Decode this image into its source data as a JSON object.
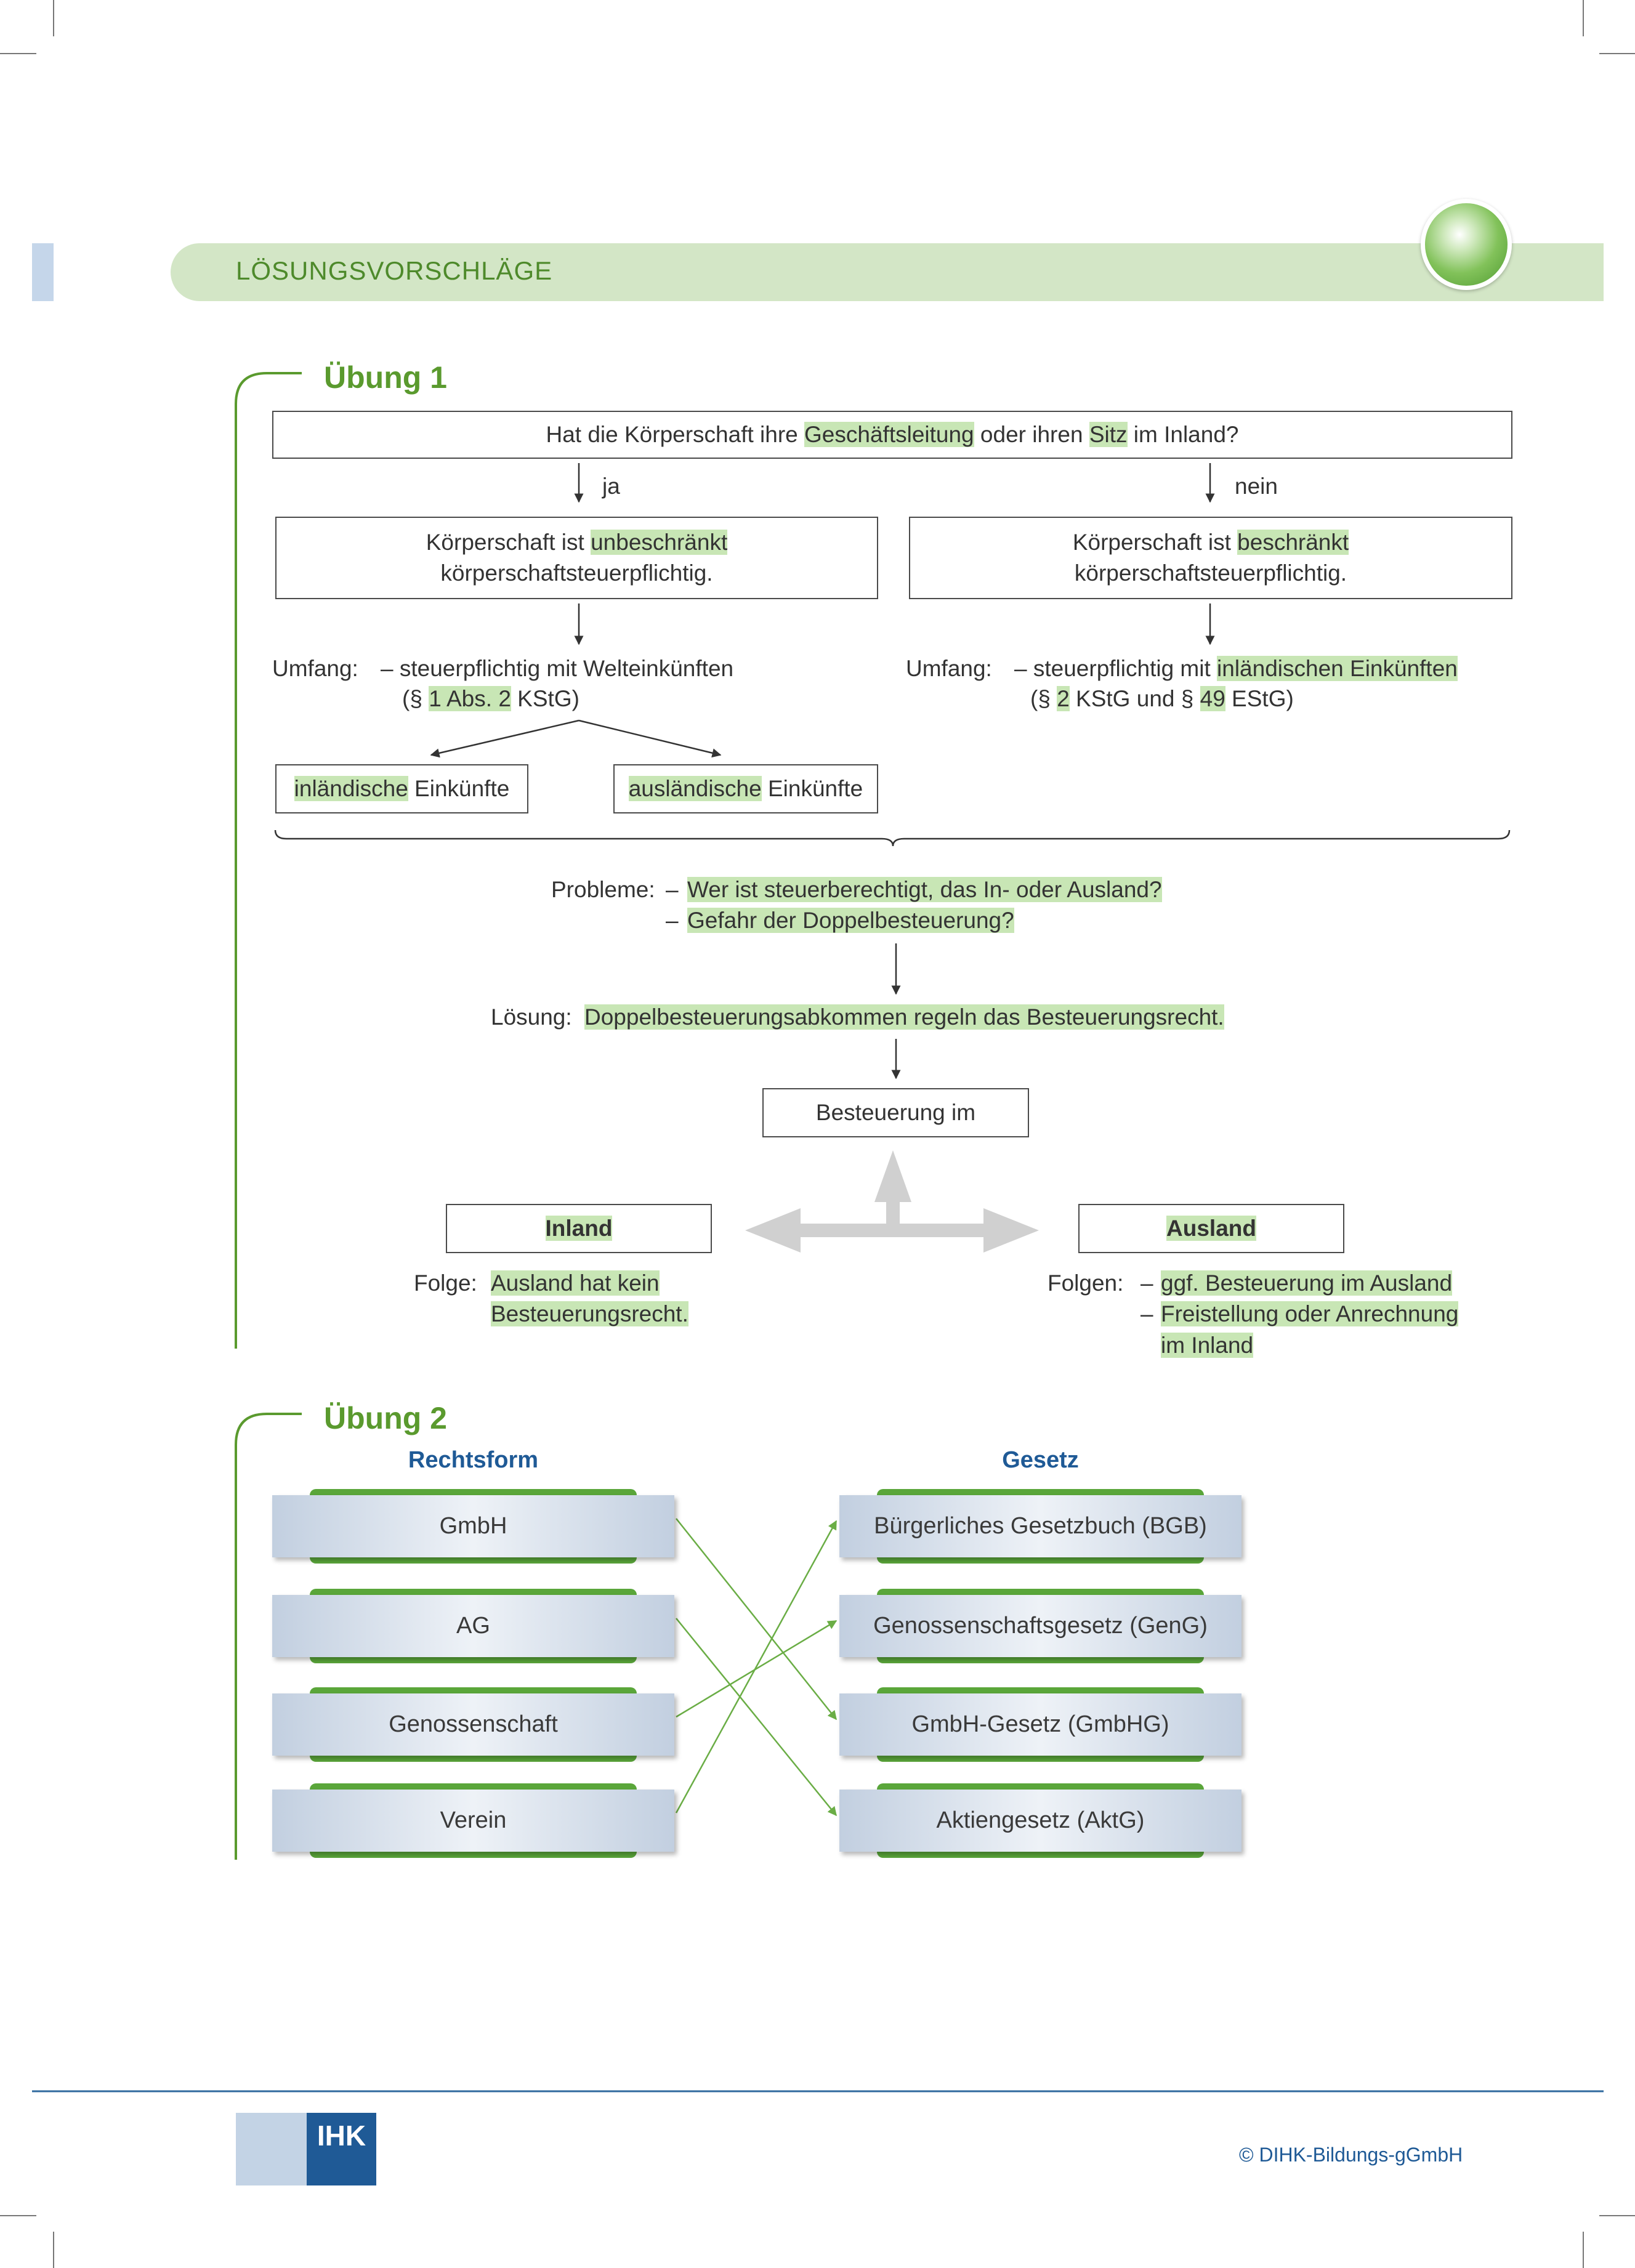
{
  "header": {
    "title": "LÖSUNGSVORSCHLÄGE"
  },
  "exercise1": {
    "title": "Übung 1",
    "question": [
      "Hat die Körperschaft ihre ",
      "Geschäftsleitung",
      " oder ihren ",
      "Sitz",
      " im Inland?"
    ],
    "yes_label": "ja",
    "no_label": "nein",
    "unlimited_box": {
      "line1": [
        "Körperschaft ist ",
        "unbeschränkt"
      ],
      "line2": "körperschaftsteuerpflichtig."
    },
    "limited_box": {
      "line1": [
        "Körperschaft ist ",
        "beschränkt"
      ],
      "line2": "körperschaftsteuerpflichtig."
    },
    "unlimited_scope": {
      "label": "Umfang:",
      "line1": "– steuerpflichtig mit Welteinkünften",
      "line2": [
        "(§ ",
        "1 Abs. 2",
        " KStG)"
      ]
    },
    "limited_scope": {
      "label": "Umfang:",
      "line1": [
        "– steuerpflichtig mit ",
        "inländischen Einkünften"
      ],
      "line2": [
        "(§ ",
        "2",
        " KStG und § ",
        "49",
        " EStG)"
      ]
    },
    "domestic_income": [
      "inländische",
      " Einkünfte"
    ],
    "foreign_income": [
      "ausländische",
      " Einkünfte"
    ],
    "problems": {
      "label": "Probleme:",
      "dash": "–",
      "items": [
        "Wer ist steuerberechtigt, das In- oder Ausland?",
        "Gefahr der Doppelbesteuerung?"
      ]
    },
    "solution": {
      "label": "Lösung:",
      "text": "Doppelbesteuerungsabkommen regeln das Besteuerungsrecht."
    },
    "taxation_box": "Besteuerung im",
    "inland": {
      "label": "Inland",
      "consequence_label": "Folge:",
      "consequence_lines": [
        "Ausland hat kein",
        "Besteuerungsrecht."
      ]
    },
    "ausland": {
      "label": "Ausland",
      "consequence_label": "Folgen:",
      "dash": "–",
      "consequence_lines": [
        "ggf. Besteuerung im Ausland",
        "Freistellung oder Anrechnung",
        "im Inland"
      ]
    }
  },
  "exercise2": {
    "title": "Übung 2",
    "col_left_header": "Rechtsform",
    "col_right_header": "Gesetz",
    "legal_forms": [
      "GmbH",
      "AG",
      "Genossenschaft",
      "Verein"
    ],
    "laws": [
      "Bürgerliches Gesetzbuch (BGB)",
      "Genossenschaftsgesetz (GenG)",
      "GmbH-Gesetz (GmbHG)",
      "Aktiengesetz (AktG)"
    ],
    "matches": [
      [
        0,
        2
      ],
      [
        1,
        3
      ],
      [
        2,
        1
      ],
      [
        3,
        0
      ]
    ]
  },
  "footer": {
    "logo_text": "IHK",
    "copyright": "© DIHK-Bildungs-gGmbH"
  },
  "colors": {
    "accent_green": "#5a9a2e",
    "highlight_green": "#c8e6b5",
    "header_bar": "#d3e6c6",
    "brand_blue": "#1f5a96",
    "arrow_gray": "#d0d0d0",
    "connection_green": "#6aad45"
  }
}
